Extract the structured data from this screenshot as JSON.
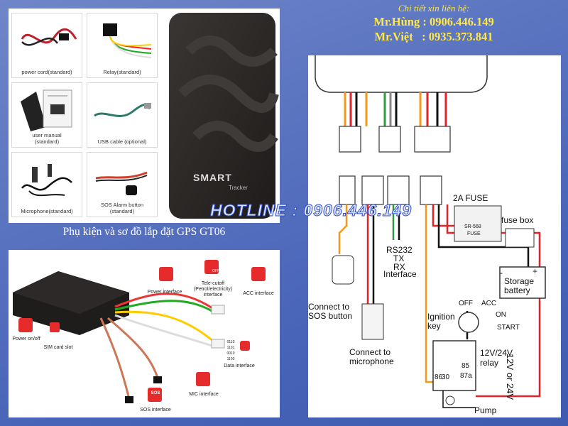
{
  "accessories": [
    {
      "label": "power cord(standard)"
    },
    {
      "label": "Relay(standard)"
    },
    {
      "label": "user manual\n(standard)"
    },
    {
      "label": "USB cable (optional)"
    },
    {
      "label": "Microphone(standard)"
    },
    {
      "label": "SOS Alarm button\n(standard)"
    }
  ],
  "device": {
    "brand": "SMART",
    "model": "Tracker"
  },
  "caption": "Phụ kiện và sơ đồ lắp đặt GPS GT06",
  "interfaces": {
    "power_interface": "Power interface",
    "tele_cutoff": "Tele-cutoff\n(Petrol/electricity)\ninterface",
    "acc_interface": "ACC interface",
    "power_onoff": "Power on/off",
    "sim_slot": "SIM card slot",
    "data_interface": "Data interface",
    "mic_interface": "MIC interface",
    "sos_interface": "SOS interface",
    "sos_icon": "SOS",
    "off_icon": "OFF",
    "data_icon": "0110\n1101\n0010\n1100"
  },
  "contact": {
    "title": "Chi tiết xin liên hệ:",
    "line1": "Mr.Hùng : 0906.446.149",
    "line2": "Mr.Việt   : 0935.373.841"
  },
  "hotline": "HOTLINE : 0906.446.149",
  "wiring": {
    "fuse_2a": "2A FUSE",
    "fuse_part": "SR-568",
    "fuse_word": "FUSE",
    "fuse_box": "fuse box",
    "rs232": "RS232",
    "tx": "TX",
    "rx": "RX",
    "interface": "Interface",
    "storage_battery": "Storage\nbattery",
    "voltage": "12V or 24V",
    "connect_sos": "Connect to\nSOS button",
    "ignition_key": "Ignition\nkey",
    "off": "OFF",
    "acc": "ACC",
    "on": "ON",
    "start": "START",
    "connect_mic": "Connect to\nmicrophone",
    "relay": "12V/24V\nrelay",
    "pin30": "30",
    "pin86": "86",
    "pin85": "85",
    "pin87a": "87a",
    "pump": "Pump",
    "plus": "+",
    "minus": "-"
  },
  "colors": {
    "background": "#5a74c0",
    "contact_text": "#ffe84a",
    "interface_red": "#e52b2b",
    "wire_orange": "#f39a1c",
    "wire_red": "#e0242a",
    "wire_green": "#2e9b3e"
  }
}
